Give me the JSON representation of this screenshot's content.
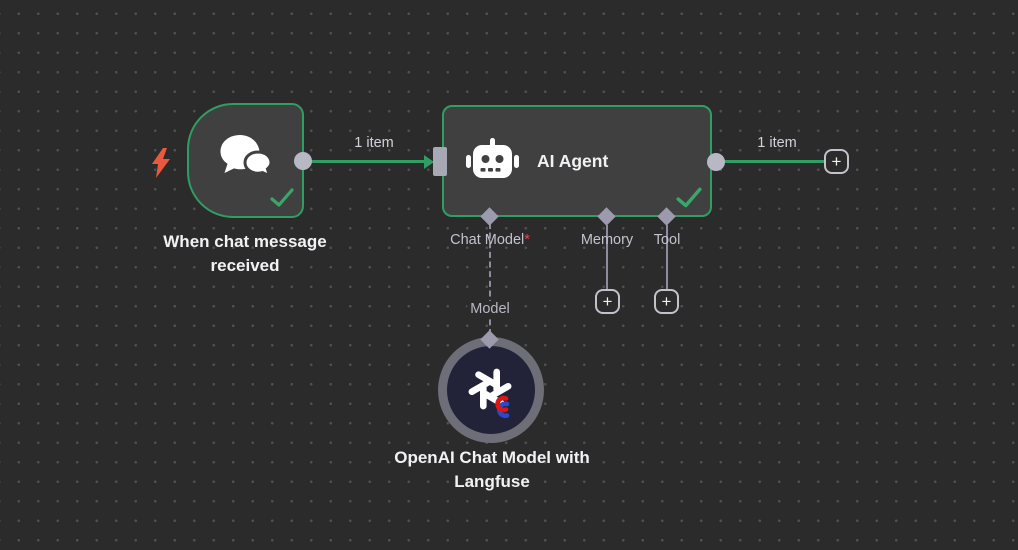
{
  "canvas": {
    "bg_color": "#2b2b2b",
    "dot_color": "#515151",
    "accent_green": "#2f9e63",
    "connector_gray": "#b8b8c4",
    "node_bg": "#404040",
    "trigger_accent": "#e8593f",
    "required_red": "#e5484d"
  },
  "icons": {
    "plus": "+"
  },
  "trigger_node": {
    "title": "When chat message received",
    "status": "success"
  },
  "agent_node": {
    "title": "AI Agent",
    "status": "success",
    "sub_ports": [
      {
        "label": "Chat Model",
        "required": "*"
      },
      {
        "label": "Memory",
        "required": ""
      },
      {
        "label": "Tool",
        "required": ""
      }
    ]
  },
  "model_node": {
    "title": "OpenAI Chat Model with Langfuse",
    "port_label": "Model"
  },
  "connections": {
    "trigger_to_agent_label": "1 item",
    "agent_output_label": "1 item"
  }
}
